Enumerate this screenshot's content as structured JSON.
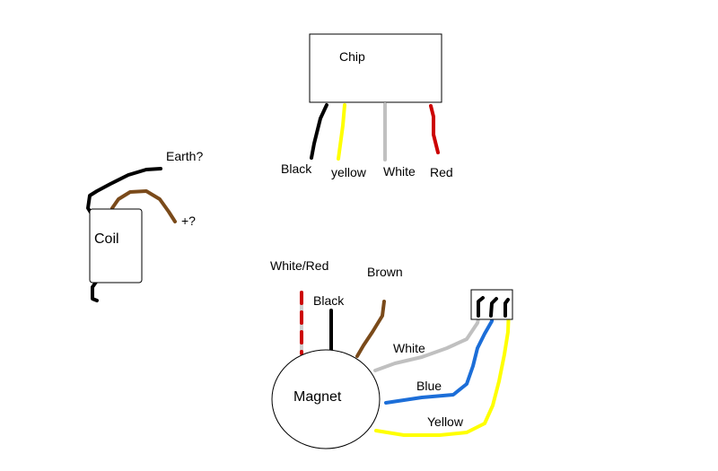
{
  "chip": {
    "label": "Chip",
    "wires": [
      {
        "label": "Black",
        "color": "#000000"
      },
      {
        "label": "yellow",
        "color": "#ffff00"
      },
      {
        "label": "White",
        "color": "#c0c0c0"
      },
      {
        "label": "Red",
        "color": "#cc0000"
      }
    ]
  },
  "coil": {
    "label": "Coil",
    "wires": [
      {
        "label": "Earth?",
        "color": "#000000"
      },
      {
        "label": "+?",
        "color": "#7a4a1a"
      }
    ]
  },
  "magnet": {
    "label": "Magnet",
    "wires": [
      {
        "label": "White/Red",
        "color": "#cc0000"
      },
      {
        "label": "Black",
        "color": "#000000"
      },
      {
        "label": "Brown",
        "color": "#7a4a1a"
      },
      {
        "label": "White",
        "color": "#c0c0c0"
      },
      {
        "label": "Blue",
        "color": "#1c6ed8"
      },
      {
        "label": "Yellow",
        "color": "#ffff00"
      }
    ]
  }
}
